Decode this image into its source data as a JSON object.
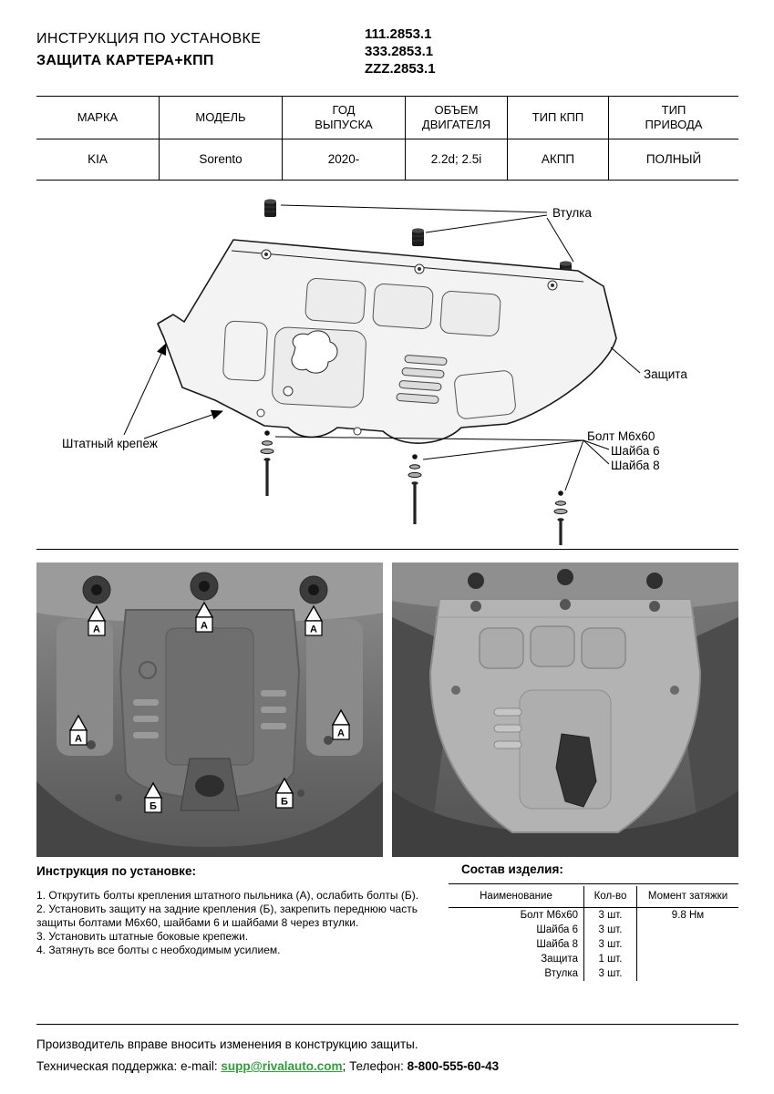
{
  "header": {
    "title_line1": "ИНСТРУКЦИЯ ПО УСТАНОВКЕ",
    "title_line2": "ЗАЩИТА КАРТЕРА+КПП",
    "part_numbers": [
      "111.2853.1",
      "333.2853.1",
      "ZZZ.2853.1"
    ]
  },
  "spec_table": {
    "headers": [
      "МАРКА",
      "МОДЕЛЬ",
      "ГОД\nВЫПУСКА",
      "ОБЪЕМ\nДВИГАТЕЛЯ",
      "ТИП КПП",
      "ТИП\nПРИВОДА"
    ],
    "row": [
      "KIA",
      "Sorento",
      "2020-",
      "2.2d; 2.5i",
      "АКПП",
      "ПОЛНЫЙ"
    ]
  },
  "diagram": {
    "labels": {
      "bushing": "Втулка",
      "plate": "Защита",
      "stock_fasteners": "Штатный крепеж",
      "bolt": "Болт М6х60",
      "washer6": "Шайба 6",
      "washer8": "Шайба 8"
    }
  },
  "photos": {
    "marker_a": "А",
    "marker_b": "Б"
  },
  "instructions": {
    "title": "Инструкция по установке:",
    "steps": [
      "1. Открутить болты крепления штатного пыльника (А), ослабить болты (Б).",
      "2. Установить защиту на задние крепления (Б), закрепить переднюю часть защиты болтами М6х60, шайбами 6 и шайбами 8 через втулки.",
      "3. Установить штатные боковые крепежи.",
      "4. Затянуть все болты с необходимым усилием."
    ]
  },
  "parts_table": {
    "title": "Состав изделия:",
    "headers": [
      "Наименование",
      "Кол-во",
      "Момент затяжки"
    ],
    "rows": [
      [
        "Болт М6х60",
        "3 шт.",
        "9.8 Нм"
      ],
      [
        "Шайба 6",
        "3 шт.",
        ""
      ],
      [
        "Шайба 8",
        "3 шт.",
        ""
      ],
      [
        "Защита",
        "1 шт.",
        ""
      ],
      [
        "Втулка",
        "3 шт.",
        ""
      ]
    ]
  },
  "footer": {
    "note": "Производитель вправе вносить изменения в конструкцию защиты.",
    "support_label": "Техническая поддержка:",
    "email_label": "e-mail:",
    "email": "supp@rivalauto.com",
    "sep": ";",
    "phone_label": "Телефон:",
    "phone": "8-800-555-60-43"
  },
  "colors": {
    "email_green": "#2f9e3a"
  }
}
